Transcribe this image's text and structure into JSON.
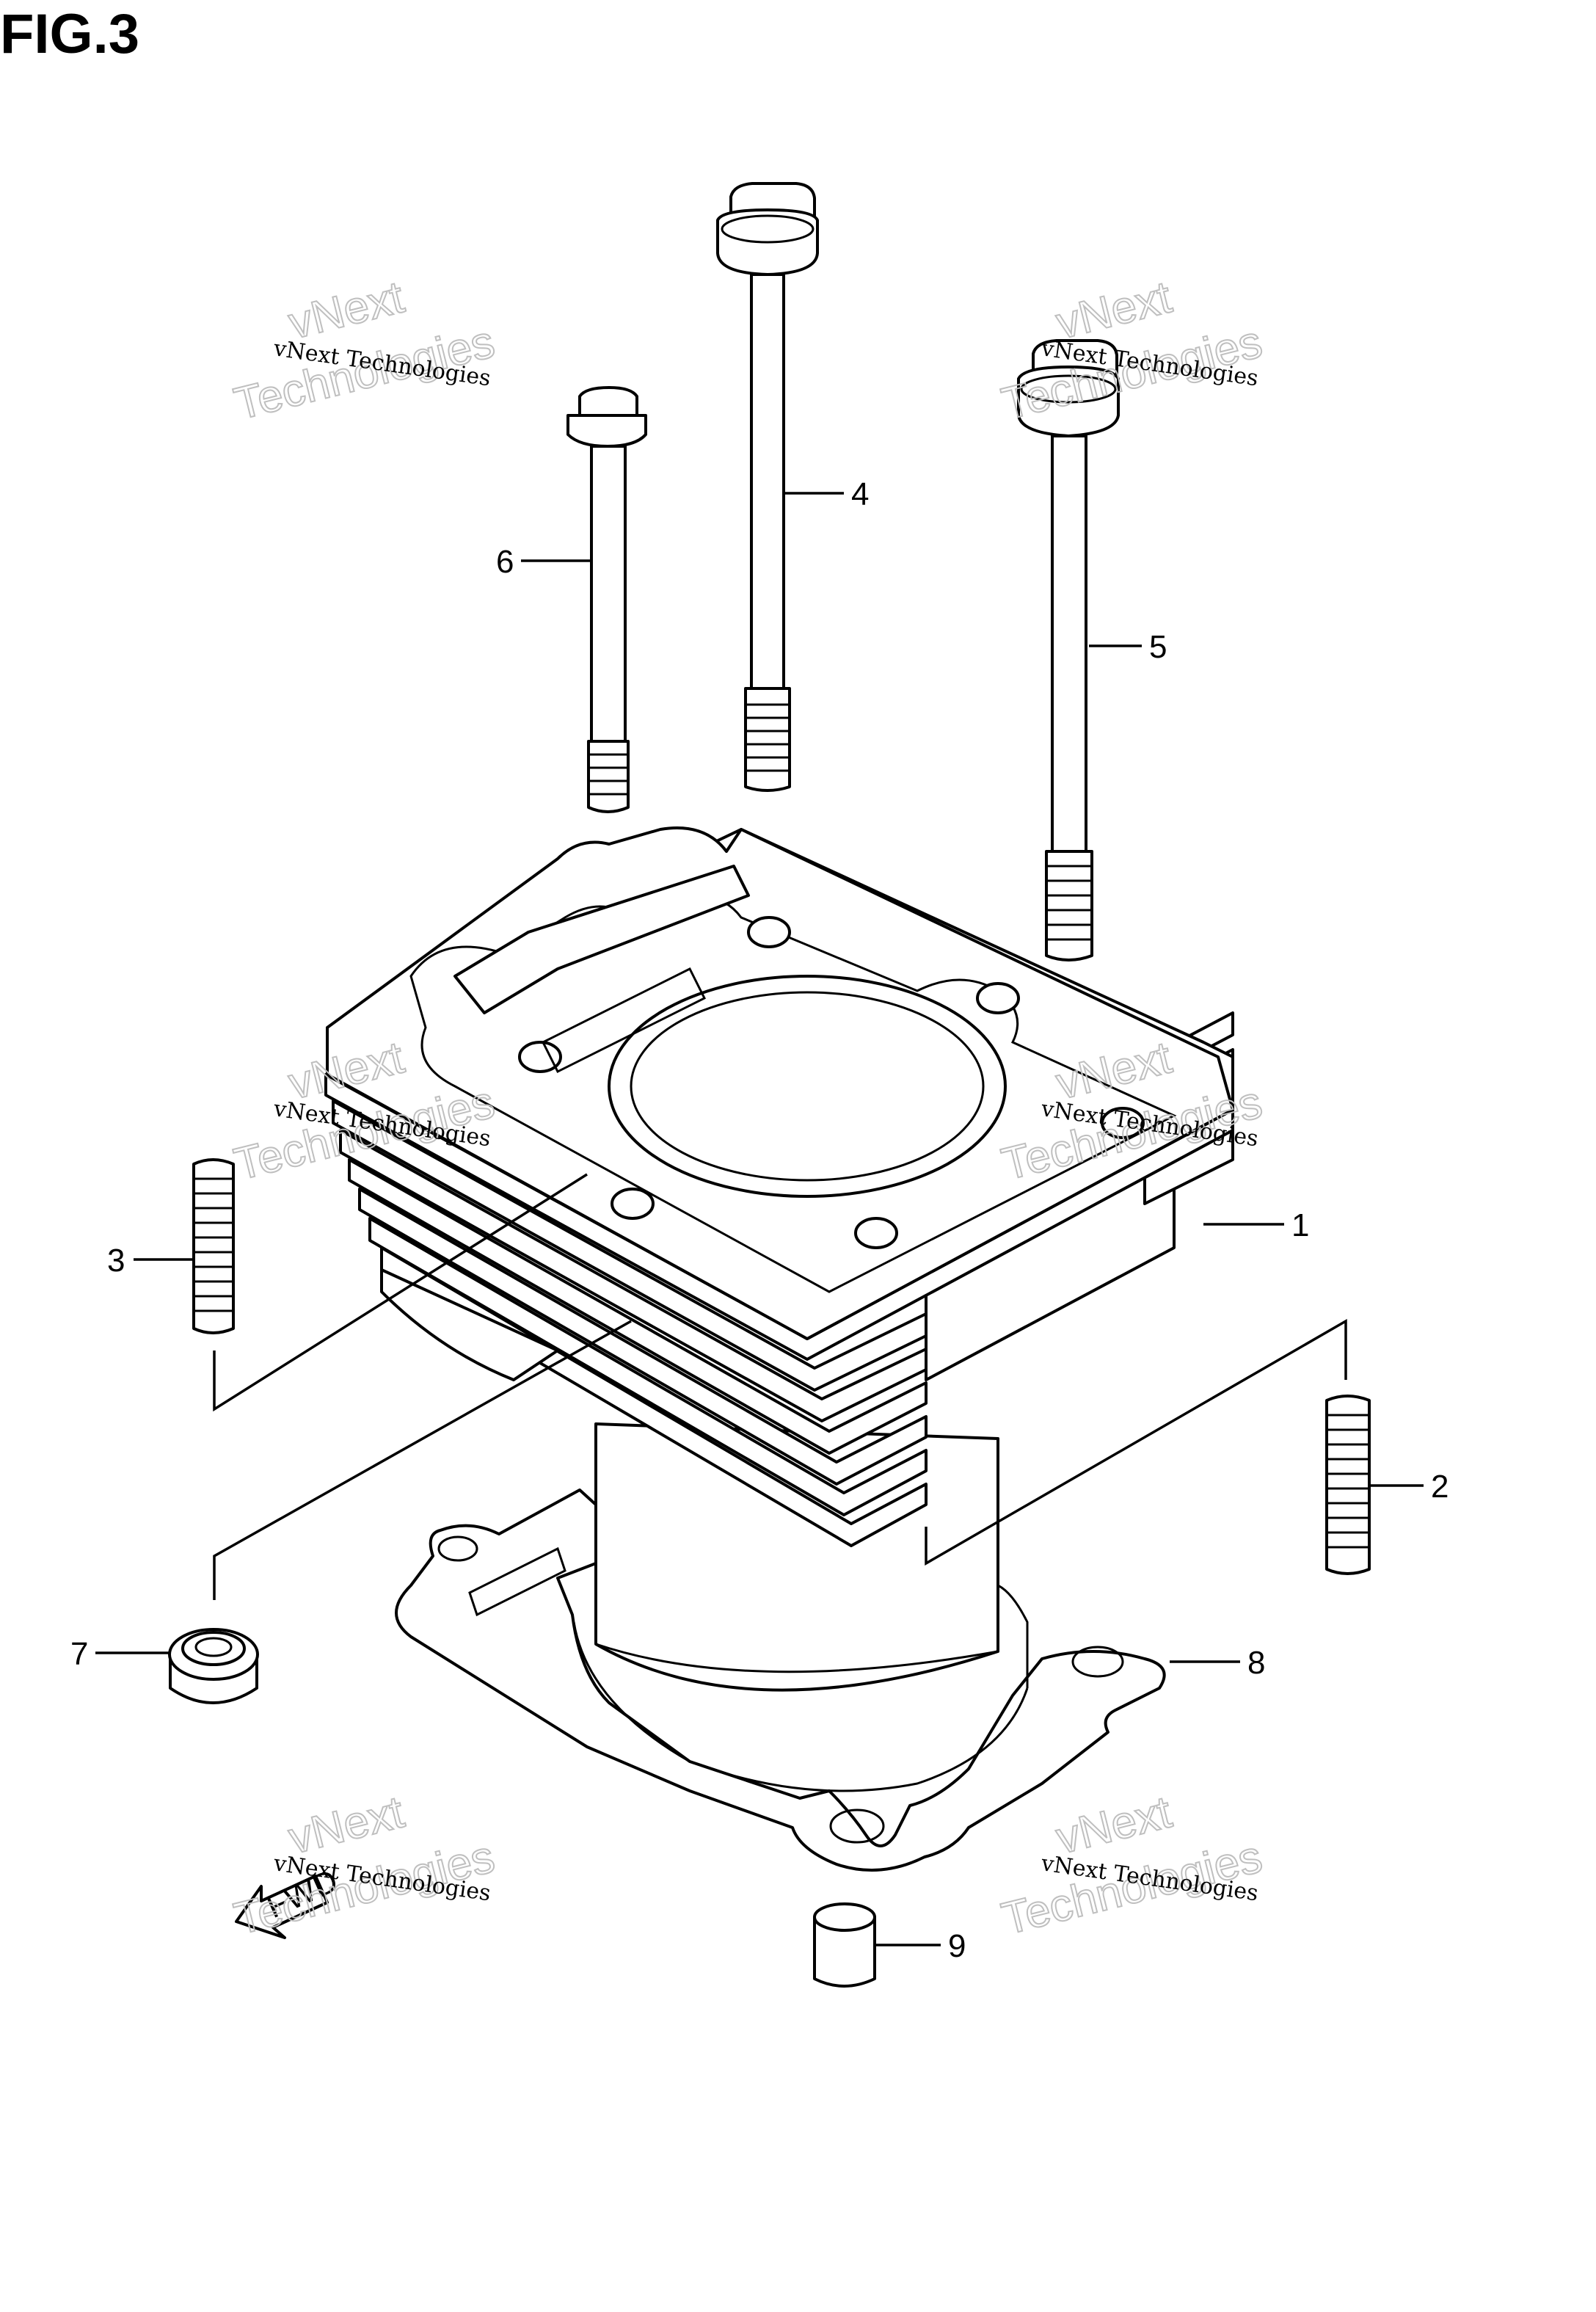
{
  "figure": {
    "title": "FIG.3",
    "fwd_label": "FWD"
  },
  "watermark": {
    "line1": "vNext Technologies",
    "line2a": "vNext",
    "line2b": "Technologies"
  },
  "callouts": [
    "1",
    "2",
    "3",
    "4",
    "5",
    "6",
    "7",
    "8",
    "9"
  ]
}
